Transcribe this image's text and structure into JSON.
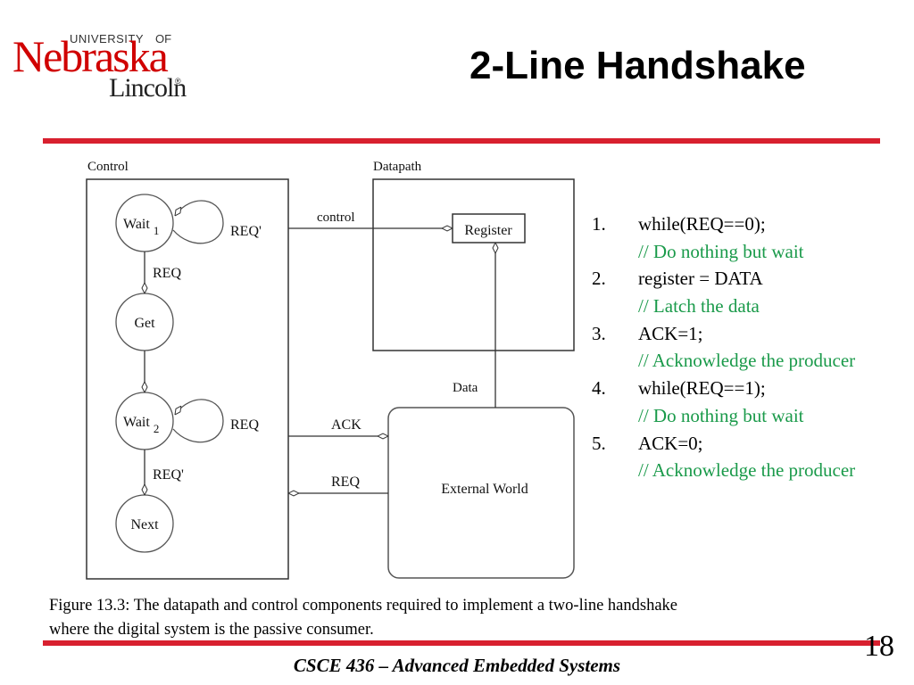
{
  "logo": {
    "university": "UNIVERSITY",
    "of": "OF",
    "name": "Nebraska",
    "campus": "Lincoln",
    "registered": "®"
  },
  "title": "2-Line Handshake",
  "colors": {
    "accent_rule": "#d8202f",
    "comment_green": "#1a9a4a",
    "logo_red": "#d00000"
  },
  "diagram": {
    "control_label": "Control",
    "datapath_label": "Datapath",
    "states": {
      "wait1": {
        "name": "Wait",
        "sub": "1"
      },
      "get": {
        "name": "Get"
      },
      "wait2": {
        "name": "Wait",
        "sub": "2"
      },
      "next": {
        "name": "Next"
      }
    },
    "transitions": {
      "wait1_self": "REQ'",
      "wait1_to_get": "REQ",
      "wait2_self": "REQ",
      "wait2_to_next": "REQ'"
    },
    "signals": {
      "control": "control",
      "data": "Data",
      "ack": "ACK",
      "req": "REQ"
    },
    "register_label": "Register",
    "external_label": "External World"
  },
  "code": [
    {
      "num": "1.",
      "stmt": "while(REQ==0);",
      "comment": "// Do nothing but wait"
    },
    {
      "num": "2.",
      "stmt": "register = DATA",
      "comment": "// Latch the data"
    },
    {
      "num": "3.",
      "stmt": "ACK=1;",
      "comment": "// Acknowledge the producer"
    },
    {
      "num": "4.",
      "stmt": "while(REQ==1);",
      "comment": "// Do nothing but wait"
    },
    {
      "num": "5.",
      "stmt": "ACK=0;",
      "comment": "// Acknowledge the producer"
    }
  ],
  "caption": {
    "line1": "Figure 13.3: The datapath and control components required to implement a two-line handshake",
    "line2": "where the digital system is the passive consumer."
  },
  "footer": "CSCE 436 – Advanced Embedded Systems",
  "page_number": "18"
}
